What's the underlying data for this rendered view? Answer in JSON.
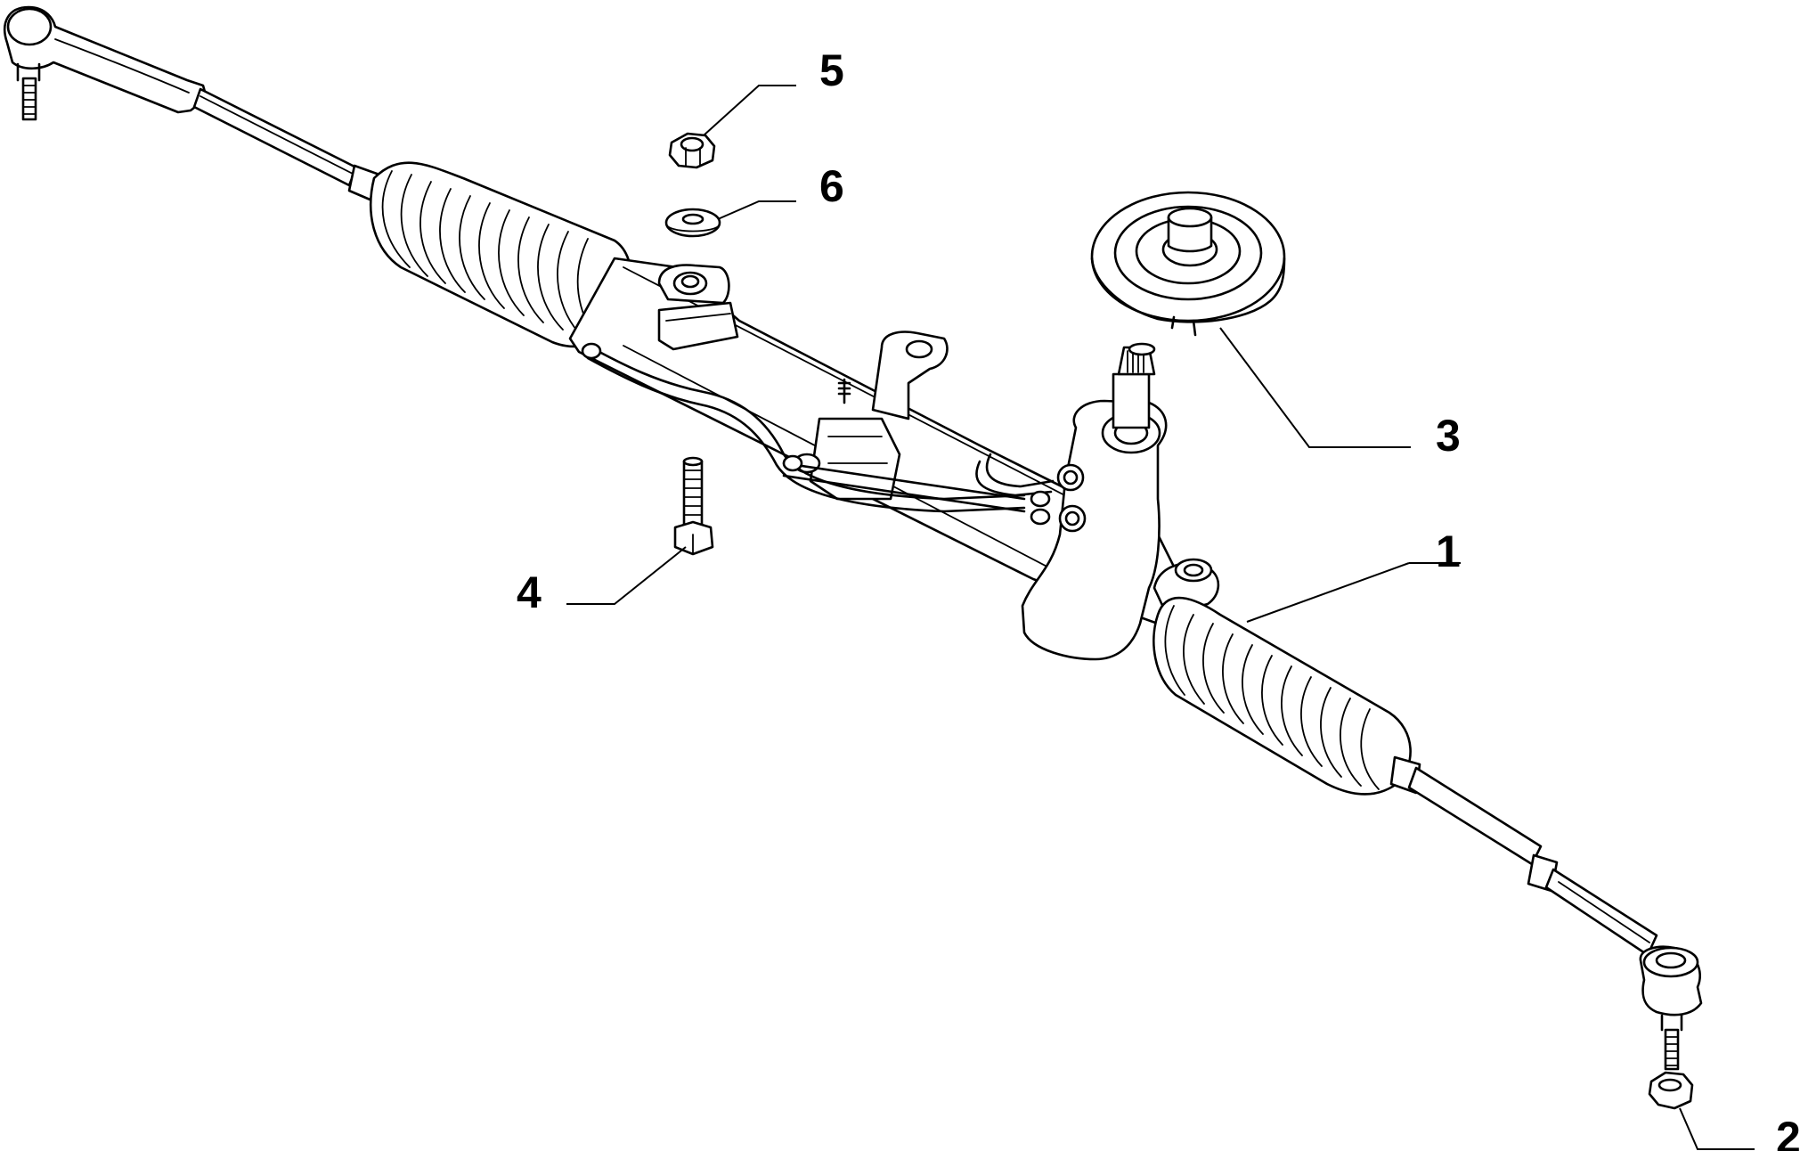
{
  "callouts": [
    {
      "id": "1",
      "label": "1"
    },
    {
      "id": "2",
      "label": "2"
    },
    {
      "id": "3",
      "label": "3"
    },
    {
      "id": "4",
      "label": "4"
    },
    {
      "id": "5",
      "label": "5"
    },
    {
      "id": "6",
      "label": "6"
    }
  ],
  "colors": {
    "line": "#000000",
    "background": "#ffffff"
  }
}
